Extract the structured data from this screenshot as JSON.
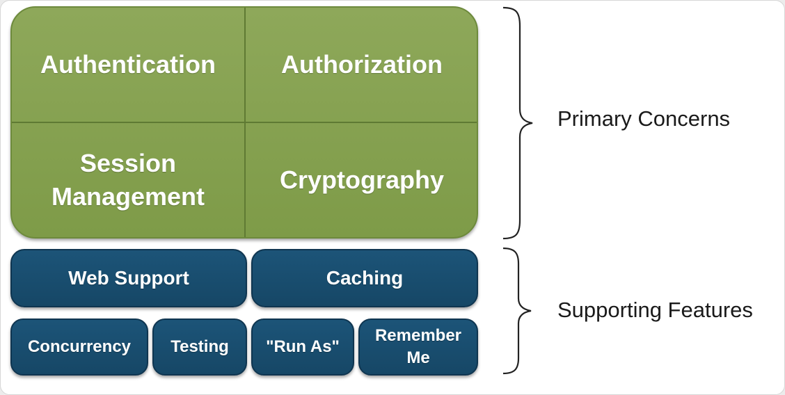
{
  "primary": {
    "cells": {
      "authentication": "Authentication",
      "authorization": "Authorization",
      "session_line1": "Session",
      "session_line2": "Management",
      "cryptography": "Cryptography"
    },
    "label": "Primary Concerns"
  },
  "supporting": {
    "web_support": "Web Support",
    "caching": "Caching",
    "concurrency": "Concurrency",
    "testing": "Testing",
    "run_as": "\"Run As\"",
    "remember_line1": "Remember",
    "remember_line2": "Me",
    "label": "Supporting Features"
  },
  "colors": {
    "primary_fill": "#859f4f",
    "supporting_fill": "#1a4f72",
    "text_light": "#ffffff",
    "label_text": "#1a1a1a"
  }
}
